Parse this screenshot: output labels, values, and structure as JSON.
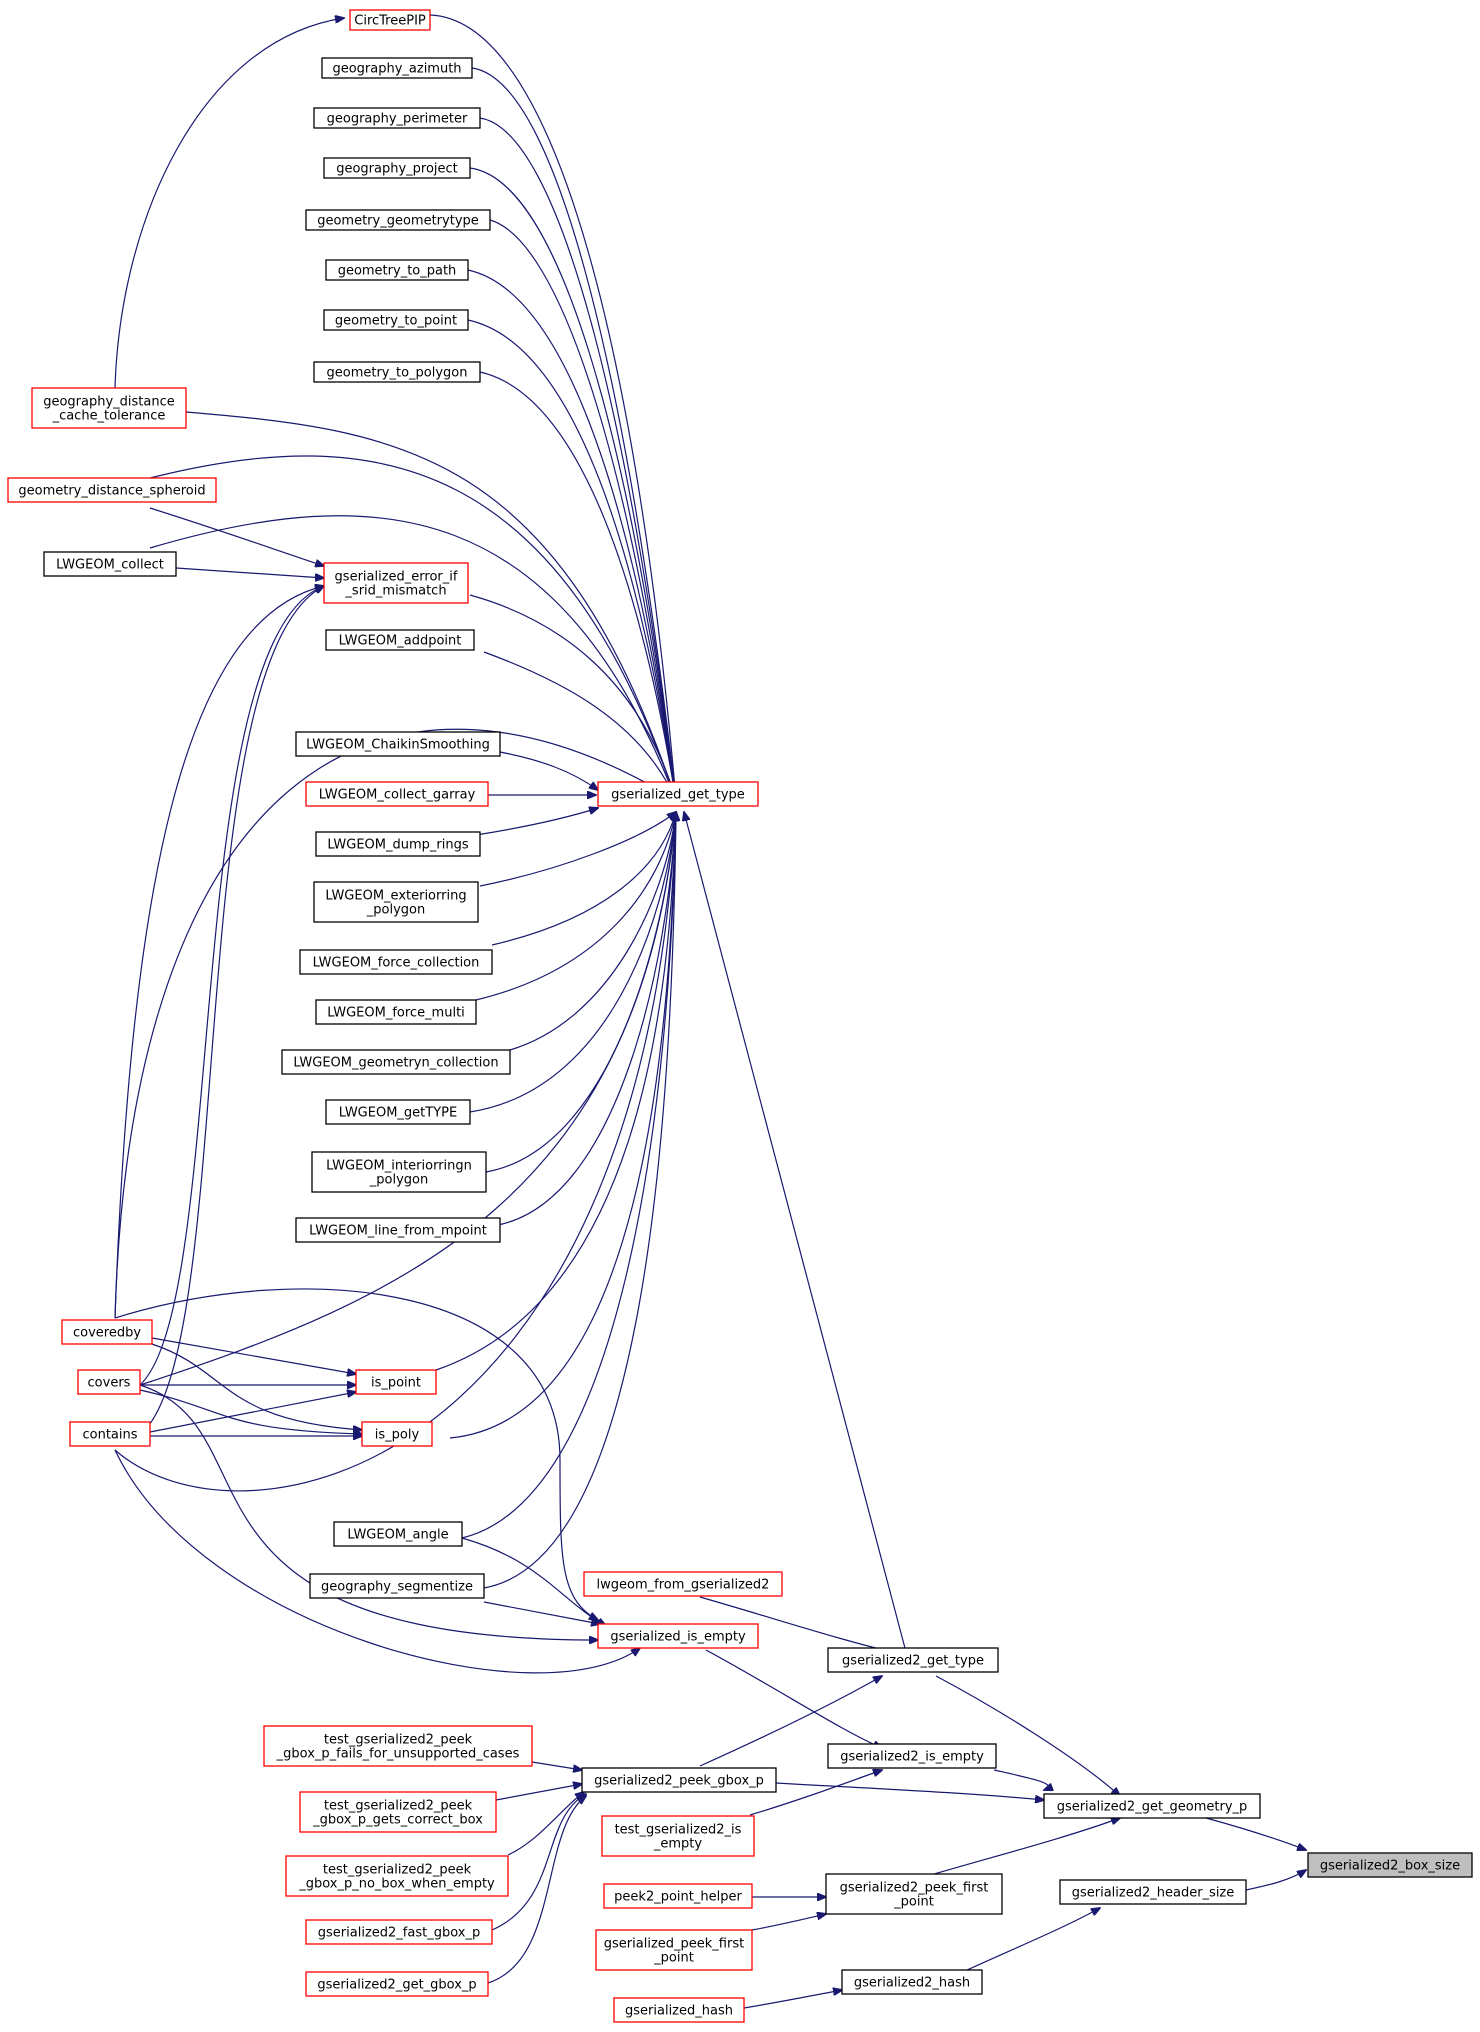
{
  "nodes": {
    "circtreepip": {
      "lines": [
        "CircTreePIP"
      ],
      "color": "red"
    },
    "geography_azimuth": {
      "lines": [
        "geography_azimuth"
      ],
      "color": "black"
    },
    "geography_perimeter": {
      "lines": [
        "geography_perimeter"
      ],
      "color": "black"
    },
    "geography_project": {
      "lines": [
        "geography_project"
      ],
      "color": "black"
    },
    "geometry_geometrytype": {
      "lines": [
        "geometry_geometrytype"
      ],
      "color": "black"
    },
    "geometry_to_path": {
      "lines": [
        "geometry_to_path"
      ],
      "color": "black"
    },
    "geometry_to_point": {
      "lines": [
        "geometry_to_point"
      ],
      "color": "black"
    },
    "geometry_to_polygon": {
      "lines": [
        "geometry_to_polygon"
      ],
      "color": "black"
    },
    "geography_distance_cache_tolerance": {
      "lines": [
        "geography_distance",
        "_cache_tolerance"
      ],
      "color": "red"
    },
    "geometry_distance_spheroid": {
      "lines": [
        "geometry_distance_spheroid"
      ],
      "color": "red"
    },
    "lwgeom_collect": {
      "lines": [
        "LWGEOM_collect"
      ],
      "color": "black"
    },
    "gserialized_error_if_srid_mismatch": {
      "lines": [
        "gserialized_error_if",
        "_srid_mismatch"
      ],
      "color": "red"
    },
    "lwgeom_addpoint": {
      "lines": [
        "LWGEOM_addpoint"
      ],
      "color": "black"
    },
    "lwgeom_chaikinsmoothing": {
      "lines": [
        "LWGEOM_ChaikinSmoothing"
      ],
      "color": "black"
    },
    "lwgeom_collect_garray": {
      "lines": [
        "LWGEOM_collect_garray"
      ],
      "color": "red"
    },
    "gserialized_get_type": {
      "lines": [
        "gserialized_get_type"
      ],
      "color": "red"
    },
    "lwgeom_dump_rings": {
      "lines": [
        "LWGEOM_dump_rings"
      ],
      "color": "black"
    },
    "lwgeom_exteriorring_polygon": {
      "lines": [
        "LWGEOM_exteriorring",
        "_polygon"
      ],
      "color": "black"
    },
    "lwgeom_force_collection": {
      "lines": [
        "LWGEOM_force_collection"
      ],
      "color": "black"
    },
    "lwgeom_force_multi": {
      "lines": [
        "LWGEOM_force_multi"
      ],
      "color": "black"
    },
    "lwgeom_geometryn_collection": {
      "lines": [
        "LWGEOM_geometryn_collection"
      ],
      "color": "black"
    },
    "lwgeom_gettype": {
      "lines": [
        "LWGEOM_getTYPE"
      ],
      "color": "black"
    },
    "lwgeom_interiorringn_polygon": {
      "lines": [
        "LWGEOM_interiorringn",
        "_polygon"
      ],
      "color": "black"
    },
    "lwgeom_line_from_mpoint": {
      "lines": [
        "LWGEOM_line_from_mpoint"
      ],
      "color": "black"
    },
    "coveredby": {
      "lines": [
        "coveredby"
      ],
      "color": "red"
    },
    "covers": {
      "lines": [
        "covers"
      ],
      "color": "red"
    },
    "is_point": {
      "lines": [
        "is_point"
      ],
      "color": "red"
    },
    "contains": {
      "lines": [
        "contains"
      ],
      "color": "red"
    },
    "is_poly": {
      "lines": [
        "is_poly"
      ],
      "color": "red"
    },
    "lwgeom_angle": {
      "lines": [
        "LWGEOM_angle"
      ],
      "color": "black"
    },
    "geography_segmentize": {
      "lines": [
        "geography_segmentize"
      ],
      "color": "black"
    },
    "lwgeom_from_gserialized2": {
      "lines": [
        "lwgeom_from_gserialized2"
      ],
      "color": "red"
    },
    "gserialized_is_empty": {
      "lines": [
        "gserialized_is_empty"
      ],
      "color": "red"
    },
    "gserialized2_get_type": {
      "lines": [
        "gserialized2_get_type"
      ],
      "color": "black"
    },
    "test_peek_gbox_fails": {
      "lines": [
        "test_gserialized2_peek",
        "_gbox_p_fails_for_unsupported_cases"
      ],
      "color": "red"
    },
    "gserialized2_is_empty": {
      "lines": [
        "gserialized2_is_empty"
      ],
      "color": "black"
    },
    "gserialized2_peek_gbox_p": {
      "lines": [
        "gserialized2_peek_gbox_p"
      ],
      "color": "black"
    },
    "gserialized2_get_geometry_p": {
      "lines": [
        "gserialized2_get_geometry_p"
      ],
      "color": "black"
    },
    "test_peek_gbox_correct": {
      "lines": [
        "test_gserialized2_peek",
        "_gbox_p_gets_correct_box"
      ],
      "color": "red"
    },
    "test_gserialized2_is_empty": {
      "lines": [
        "test_gserialized2_is",
        "_empty"
      ],
      "color": "red"
    },
    "gserialized2_box_size": {
      "lines": [
        "gserialized2_box_size"
      ],
      "color": "gray"
    },
    "test_peek_gbox_no_box": {
      "lines": [
        "test_gserialized2_peek",
        "_gbox_p_no_box_when_empty"
      ],
      "color": "red"
    },
    "peek2_point_helper": {
      "lines": [
        "peek2_point_helper"
      ],
      "color": "red"
    },
    "gserialized2_peek_first_point": {
      "lines": [
        "gserialized2_peek_first",
        "_point"
      ],
      "color": "black"
    },
    "gserialized2_header_size": {
      "lines": [
        "gserialized2_header_size"
      ],
      "color": "black"
    },
    "gserialized2_fast_gbox_p": {
      "lines": [
        "gserialized2_fast_gbox_p"
      ],
      "color": "red"
    },
    "gserialized_peek_first_point": {
      "lines": [
        "gserialized_peek_first",
        "_point"
      ],
      "color": "red"
    },
    "gserialized2_hash": {
      "lines": [
        "gserialized2_hash"
      ],
      "color": "black"
    },
    "gserialized2_get_gbox_p": {
      "lines": [
        "gserialized2_get_gbox_p"
      ],
      "color": "red"
    },
    "gserialized_hash": {
      "lines": [
        "gserialized_hash"
      ],
      "color": "red"
    }
  }
}
